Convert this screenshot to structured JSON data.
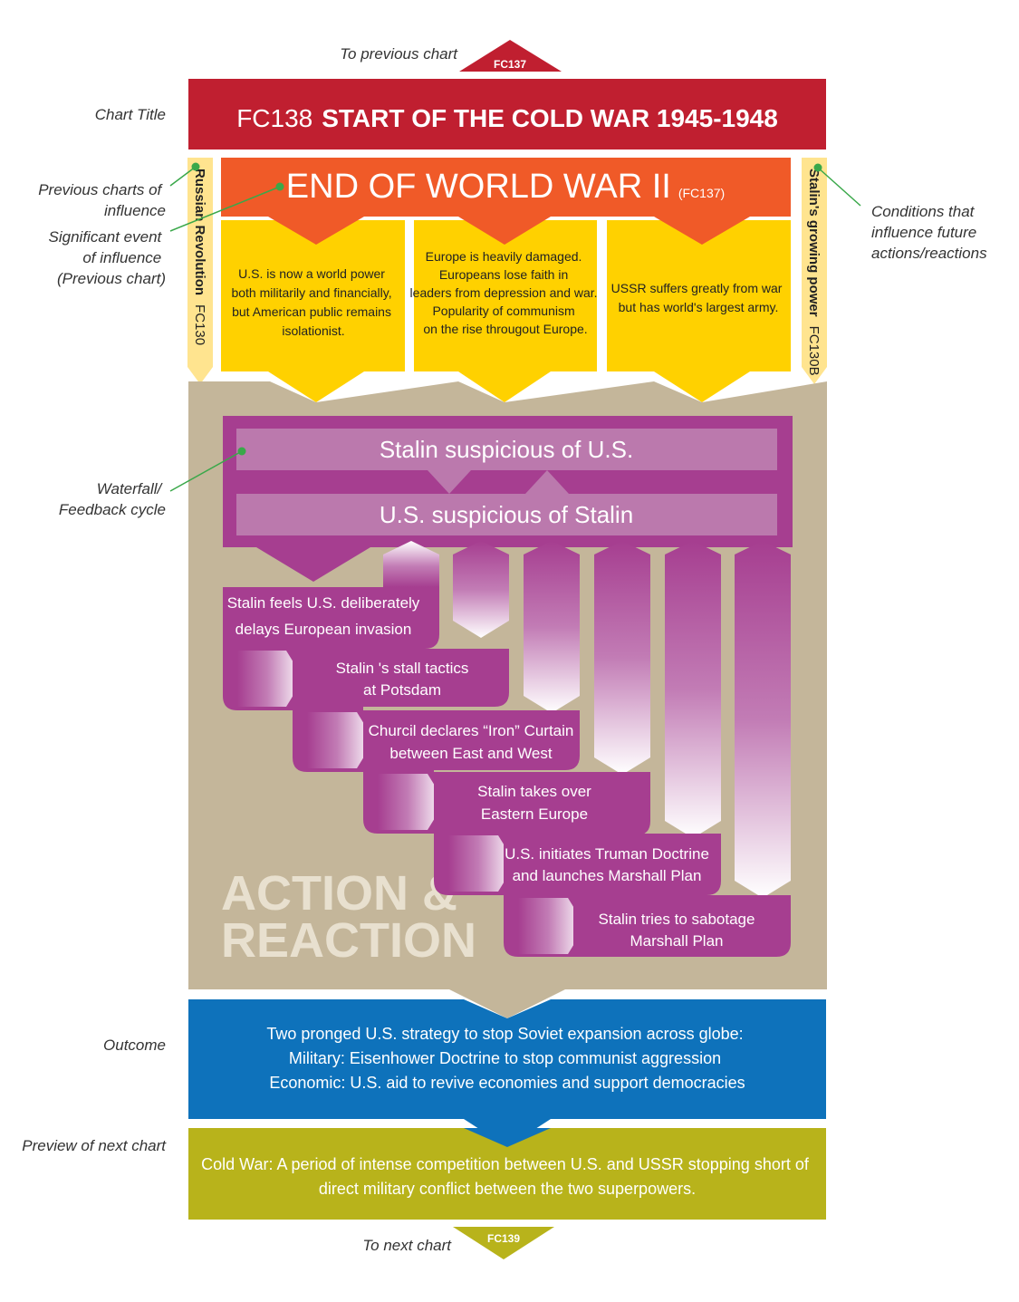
{
  "colors": {
    "title_red": "#c01f30",
    "event_orange": "#f05a28",
    "condition_yellow": "#ffd100",
    "side_tab": "#ffe48f",
    "panel_tan": "#c4b69a",
    "purple": "#a63e90",
    "purple_light": "#bb79ad",
    "outcome_blue": "#0e72bb",
    "preview_olive": "#b8b31b",
    "annotation_green": "#3aa84a"
  },
  "nav": {
    "prev_text": "To previous chart",
    "prev_code": "FC137",
    "next_text": "To next chart",
    "next_code": "FC139"
  },
  "annotations": {
    "chart_title": "Chart Title",
    "previous_charts": [
      "Previous charts of",
      "influence"
    ],
    "significant_event": [
      "Significant event",
      "of influence",
      "(Previous chart)"
    ],
    "conditions": [
      "Conditions that",
      "influence future",
      "actions/reactions"
    ],
    "waterfall": [
      "Waterfall/",
      "Feedback cycle"
    ],
    "outcome": "Outcome",
    "preview": "Preview of next chart"
  },
  "title": {
    "code": "FC138",
    "text": "START OF THE COLD WAR 1945-1948"
  },
  "event": {
    "text": "END OF WORLD WAR II",
    "ref": "(FC137)"
  },
  "side_tabs": {
    "left": {
      "name": "Russian Revolution",
      "code": "FC130"
    },
    "right": {
      "name": "Stalin's growing power",
      "code": "FC130B"
    }
  },
  "conditions": [
    [
      "U.S. is now a world power",
      "both militarily and financially,",
      "but American public remains",
      "isolationist."
    ],
    [
      "Europe is heavily damaged.",
      "Europeans lose faith in",
      "leaders from depression and war.",
      "Popularity of communism",
      "on the rise througout Europe."
    ],
    [
      "USSR suffers greatly from war",
      "but has world's largest army."
    ]
  ],
  "cycle": {
    "top": "Stalin suspicious of U.S.",
    "bottom": "U.S. suspicious of Stalin"
  },
  "steps": [
    [
      "Stalin feels U.S. deliberately",
      "delays European invasion"
    ],
    [
      "Stalin 's stall tactics",
      "at Potsdam"
    ],
    [
      "Churcil  declares “Iron” Curtain",
      "between East and West"
    ],
    [
      "Stalin takes over",
      "Eastern Europe"
    ],
    [
      "U.S. initiates Truman Doctrine",
      "and launches Marshall Plan"
    ],
    [
      "Stalin tries to sabotage",
      "Marshall Plan"
    ]
  ],
  "watermark": [
    "ACTION &",
    "REACTION"
  ],
  "outcome": [
    "Two pronged U.S. strategy to stop Soviet expansion across globe:",
    "Military:  Eisenhower Doctrine to stop communist aggression",
    "Economic:  U.S. aid to revive economies and support democracies"
  ],
  "preview": [
    "Cold War: A period of intense competition between U.S. and USSR stopping short of",
    "direct military conflict between the two superpowers."
  ]
}
